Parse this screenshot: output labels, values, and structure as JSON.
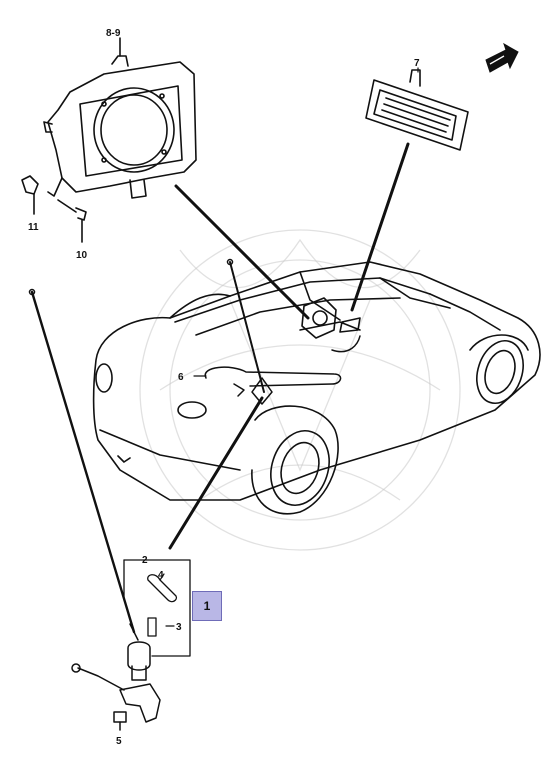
{
  "callouts": {
    "c1": "1",
    "c2": "2",
    "c3": "3",
    "c4": "4",
    "c5": "5",
    "c6": "6",
    "c7": "7",
    "c89": "8-9",
    "c10": "10",
    "c11": "11"
  },
  "selected_part": "1",
  "colors": {
    "highlight": "#b9b7e6",
    "ink": "#111111",
    "watermark": "#c8c8c8"
  },
  "icons": {
    "direction": "arrow-icon"
  }
}
